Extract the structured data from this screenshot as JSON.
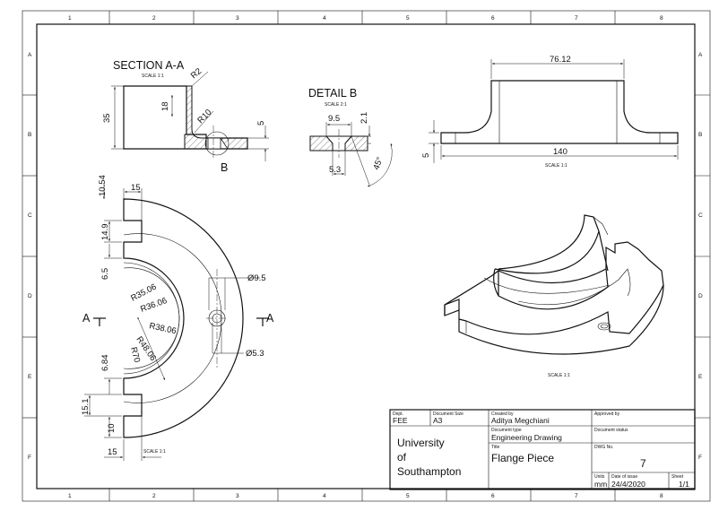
{
  "zones": {
    "columns": [
      "1",
      "2",
      "3",
      "4",
      "5",
      "6",
      "7",
      "8"
    ],
    "rows": [
      "A",
      "B",
      "C",
      "D",
      "E",
      "F"
    ]
  },
  "section_view": {
    "title": "SECTION A-A",
    "scale": "SCALE 1:1",
    "dims": {
      "r2": "R2",
      "r10": "R10",
      "h35": "35",
      "h18": "18",
      "h5": "5"
    },
    "detail_marker": "B"
  },
  "detail_view": {
    "title": "DETAIL B",
    "scale": "SCALE 2:1",
    "dims": {
      "w9_5": "9.5",
      "h2_1": "2.1",
      "w5_3": "5.3",
      "angle": "45°"
    }
  },
  "front_view": {
    "scale": "SCALE 1:1",
    "dims": {
      "width": "76.12",
      "length": "140",
      "height": "5"
    }
  },
  "top_view": {
    "scale": "SCALE 1:1",
    "section_label_left": "A",
    "section_label_right": "A",
    "dims": {
      "d10_54": "10.54",
      "d15_top": "15",
      "d14_9": "14.9",
      "d6_5": "6.5",
      "r35": "R35.06",
      "r36": "R36.06",
      "r38": "R38.06",
      "r48": "R48.06",
      "r70": "R70",
      "hole1": "Ø9.5",
      "hole2": "Ø5.3",
      "d6_84": "6.84",
      "d15_1": "15.1",
      "d10": "10",
      "d15_bottom": "15"
    }
  },
  "iso_view": {
    "scale": "SCALE 1:1"
  },
  "title_block": {
    "dept_label": "Dept.",
    "dept": "FEE",
    "size_label": "Document Size",
    "size": "A3",
    "created_label": "Created by",
    "created_by": "Aditya Megchiani",
    "approved_label": "Approved by",
    "approved_by": "",
    "type_label": "Document type",
    "doc_type": "Engineering Drawing",
    "status_label": "Document status",
    "status": "",
    "org_line1": "University",
    "org_line2": "of",
    "org_line3": "Southampton",
    "title_label": "Title",
    "title": "Flange Piece",
    "dwg_label": "DWG No.",
    "dwg_no": "7",
    "units_label": "Units",
    "units": "mm",
    "date_label": "Date of issue",
    "date": "24/4/2020",
    "sheet_label": "Sheet",
    "sheet": "1/1"
  }
}
